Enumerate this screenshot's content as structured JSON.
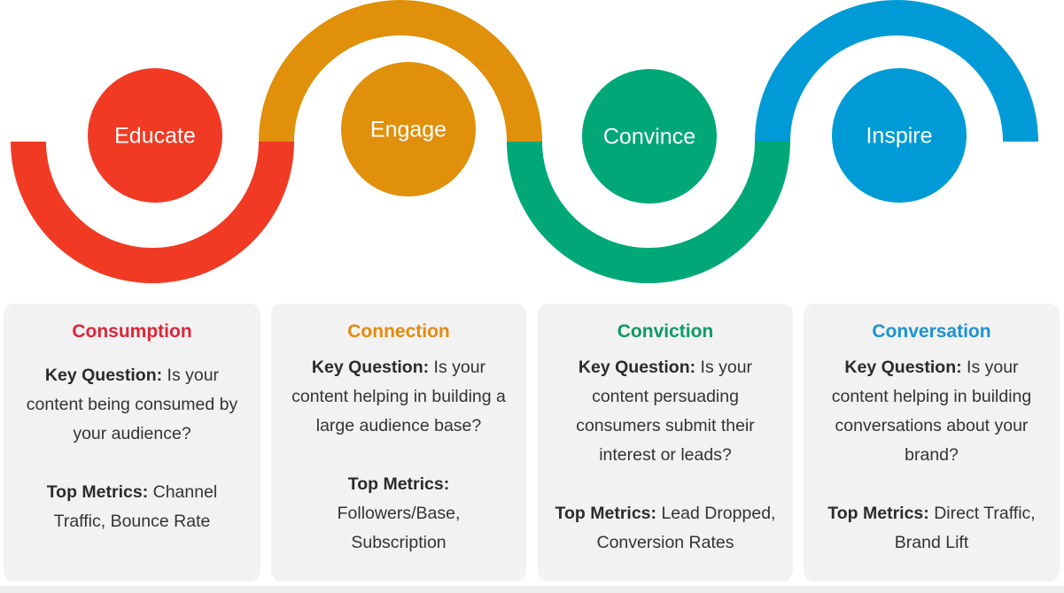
{
  "colors": {
    "educate": "#f03a24",
    "engage": "#e0900a",
    "convince": "#00a878",
    "inspire": "#009bd6"
  },
  "stages": [
    {
      "label": "Educate"
    },
    {
      "label": "Engage"
    },
    {
      "label": "Convince"
    },
    {
      "label": "Inspire"
    }
  ],
  "cards": [
    {
      "title": "Consumption",
      "title_color": "#e0243a",
      "question_label": "Key Question:",
      "question_text": "Is your content being consumed by your audience?",
      "metrics_label": "Top Metrics:",
      "metrics_text": "Channel Traffic, Bounce Rate"
    },
    {
      "title": "Connection",
      "title_color": "#e58a0c",
      "question_label": "Key Question:",
      "question_text": "Is your content helping in building a large audience base?",
      "metrics_label": "Top Metrics:",
      "metrics_text": "Followers/Base, Subscription"
    },
    {
      "title": "Conviction",
      "title_color": "#0d9a63",
      "question_label": "Key Question:",
      "question_text": "Is your content persuading consumers submit their interest or leads?",
      "metrics_label": "Top Metrics:",
      "metrics_text": "Lead Dropped, Conversion Rates"
    },
    {
      "title": "Conversation",
      "title_color": "#1a93d3",
      "question_label": "Key Question:",
      "question_text": "Is your content helping in building conversations about your brand?",
      "metrics_label": "Top Metrics:",
      "metrics_text": "Direct Traffic, Brand Lift"
    }
  ]
}
